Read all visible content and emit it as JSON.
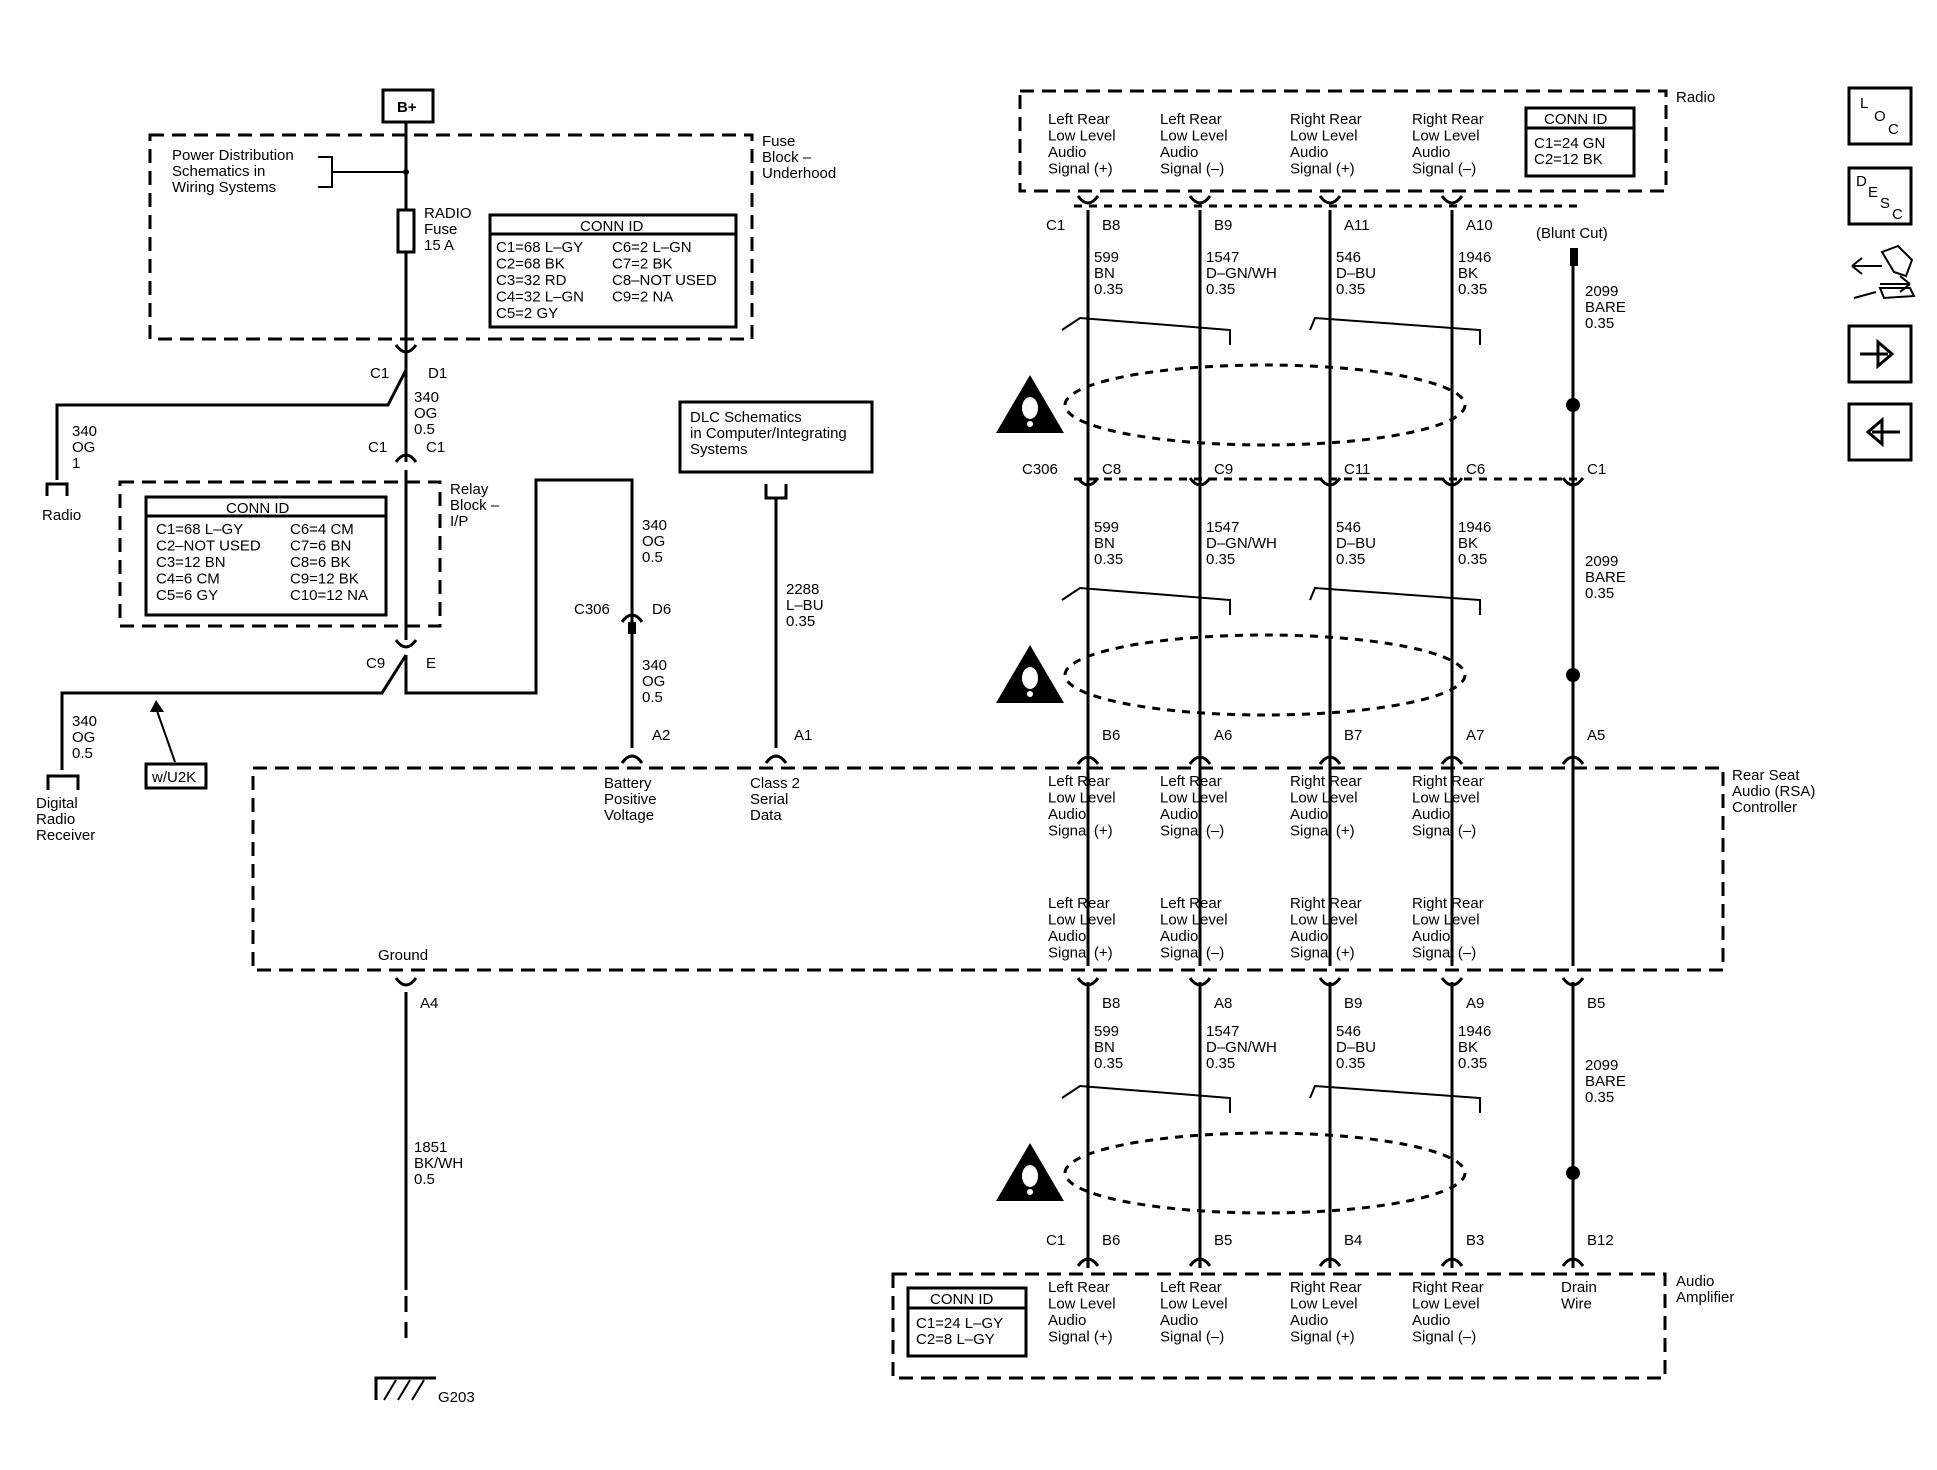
{
  "nav": {
    "loc": [
      "L",
      "O",
      "C"
    ],
    "desc": [
      "D",
      "E",
      "S",
      "C"
    ]
  },
  "power": {
    "bplus": "B+",
    "pds_ref": [
      "Power Distribution",
      "Schematics in",
      "Wiring Systems"
    ],
    "fuse_label": [
      "RADIO",
      "Fuse",
      "15 A"
    ],
    "fuse_block": [
      "Fuse",
      "Block –",
      "Underhood"
    ]
  },
  "fuse_conn": {
    "title": "CONN ID",
    "left": [
      "C1=68 L–GY",
      "C2=68 BK",
      "C3=32 RD",
      "C4=32 L–GN",
      "C5=2 GY"
    ],
    "right": [
      "C6=2 L–GN",
      "C7=2 BK",
      "C8–NOT USED",
      "C9=2 NA"
    ]
  },
  "relay_conn": {
    "title": "CONN ID",
    "left": [
      "C1=68 L–GY",
      "C2–NOT USED",
      "C3=12 BN",
      "C4=6 CM",
      "C5=6 GY"
    ],
    "right": [
      "C6=4 CM",
      "C7=6 BN",
      "C8=6 BK",
      "C9=12 BK",
      "C10=12 NA"
    ]
  },
  "relay_block": [
    "Relay",
    "Block –",
    "I/P"
  ],
  "radio_conn": {
    "title": "CONN ID",
    "lines": [
      "C1=24 GN",
      "C2=12 BK"
    ]
  },
  "amp_conn": {
    "title": "CONN ID",
    "lines": [
      "C1=24 L–GY",
      "C2=8 L–GY"
    ]
  },
  "left_wiring": {
    "c1": "C1",
    "d1": "D1",
    "og340": [
      "340",
      "OG",
      "0.5"
    ],
    "radio_wire": [
      "340",
      "OG",
      "1"
    ],
    "radio": "Radio",
    "c1b": "C1",
    "c1c": "C1",
    "c9": "C9",
    "e": "E",
    "drr_wire": [
      "340",
      "OG",
      "0.5"
    ],
    "drr": [
      "Digital",
      "Radio",
      "Receiver"
    ],
    "wu2k": "w/U2K",
    "bpv_wire_top": [
      "340",
      "OG",
      "0.5"
    ],
    "c306": "C306",
    "d6": "D6",
    "bpv_wire_bot": [
      "340",
      "OG",
      "0.5"
    ],
    "a2": "A2",
    "dlc": [
      "DLC Schematics",
      "in Computer/Integrating",
      "Systems"
    ],
    "serial_wire": [
      "2288",
      "L–BU",
      "0.35"
    ],
    "a1": "A1",
    "ground": "Ground",
    "a4": "A4",
    "gnd_wire": [
      "1851",
      "BK/WH",
      "0.5"
    ],
    "g203": "G203"
  },
  "rsa": {
    "name": [
      "Rear Seat",
      "Audio (RSA)",
      "Controller"
    ],
    "battery": [
      "Battery",
      "Positive",
      "Voltage"
    ],
    "serial": [
      "Class 2",
      "Serial",
      "Data"
    ]
  },
  "radio_name": "Radio",
  "amp_name": [
    "Audio",
    "Amplifier"
  ],
  "blunt_cut": "(Blunt Cut)",
  "c1_radio": "C1",
  "c306_mid": "C306",
  "c1_amp": "C1",
  "signals": [
    {
      "label": [
        "Left Rear",
        "Low Level",
        "Audio",
        "Signal (+)"
      ],
      "wire": [
        "599",
        "BN",
        "0.35"
      ],
      "pin_radio": "B8",
      "pin_c306": "C8",
      "pin_rsa_in": "B6",
      "pin_rsa_out": "B8",
      "pin_amp": "B6"
    },
    {
      "label": [
        "Left Rear",
        "Low Level",
        "Audio",
        "Signal (–)"
      ],
      "wire": [
        "1547",
        "D–GN/WH",
        "0.35"
      ],
      "pin_radio": "B9",
      "pin_c306": "C9",
      "pin_rsa_in": "A6",
      "pin_rsa_out": "A8",
      "pin_amp": "B5"
    },
    {
      "label": [
        "Right Rear",
        "Low Level",
        "Audio",
        "Signal (+)"
      ],
      "wire": [
        "546",
        "D–BU",
        "0.35"
      ],
      "pin_radio": "A11",
      "pin_c306": "C11",
      "pin_rsa_in": "B7",
      "pin_rsa_out": "B9",
      "pin_amp": "B4"
    },
    {
      "label": [
        "Right Rear",
        "Low Level",
        "Audio",
        "Signal (–)"
      ],
      "wire": [
        "1946",
        "BK",
        "0.35"
      ],
      "pin_radio": "A10",
      "pin_c306": "C6",
      "pin_rsa_in": "A7",
      "pin_rsa_out": "A9",
      "pin_amp": "B3"
    },
    {
      "label": [
        "Drain",
        "Wire"
      ],
      "wire": [
        "2099",
        "BARE",
        "0.35"
      ],
      "pin_radio": "",
      "pin_c306": "C1",
      "pin_rsa_in": "A5",
      "pin_rsa_out": "B5",
      "pin_amp": "B12"
    }
  ]
}
